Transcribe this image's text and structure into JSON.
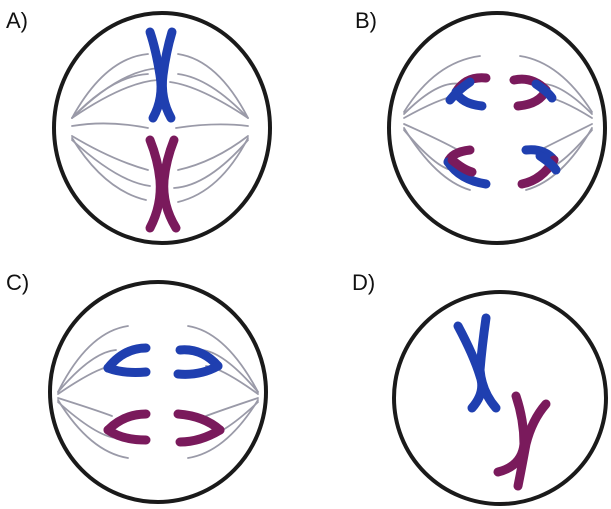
{
  "panels": [
    {
      "label": "A)"
    },
    {
      "label": "B)"
    },
    {
      "label": "C)"
    },
    {
      "label": "D)"
    }
  ],
  "colors": {
    "outline": "#1a1a1a",
    "spindle": "#9a9aa8",
    "chromosome_blue": "#1f3fb0",
    "chromosome_purple": "#7a1a5c"
  }
}
